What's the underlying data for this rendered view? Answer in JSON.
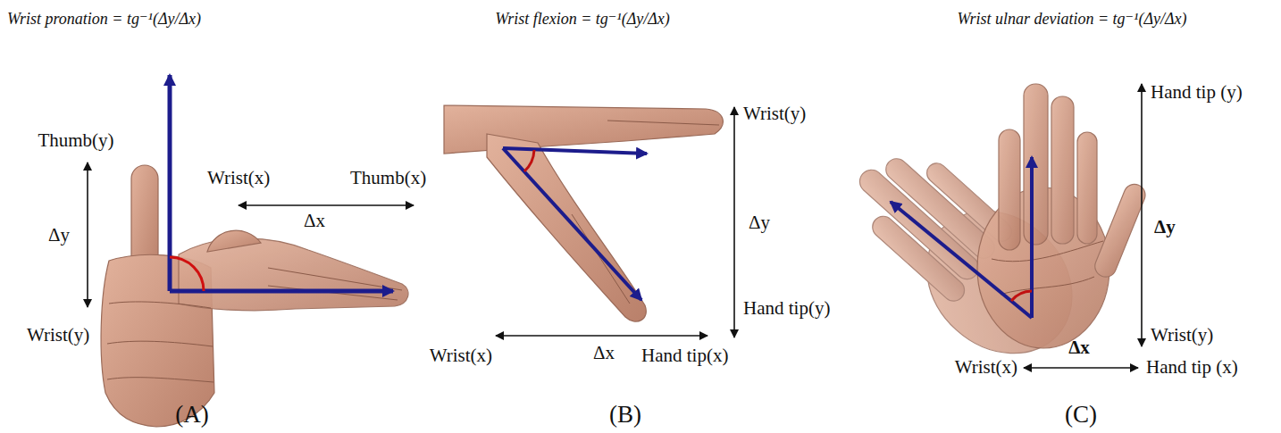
{
  "diagram": {
    "labels": [
      "Wrist pronation = tg⁻¹(Δy/Δx)",
      "Thumb(y)",
      "Δy",
      "Wrist(y)",
      "Wrist(x)",
      "Δx",
      "Thumb(x)",
      "(A)",
      "Wrist flexion = tg⁻¹(Δy/Δx)",
      "Wrist(y)",
      "Δy",
      "Hand tip(y)",
      "Wrist(x)",
      "Δx",
      "Hand tip(x)",
      "(B)",
      "Wrist ulnar deviation = tg⁻¹(Δy/Δx)",
      "Hand tip (y)",
      "Δy",
      "Wrist(y)",
      "Wrist(x)",
      "Δx",
      "Hand tip (x)",
      "(C)"
    ]
  }
}
